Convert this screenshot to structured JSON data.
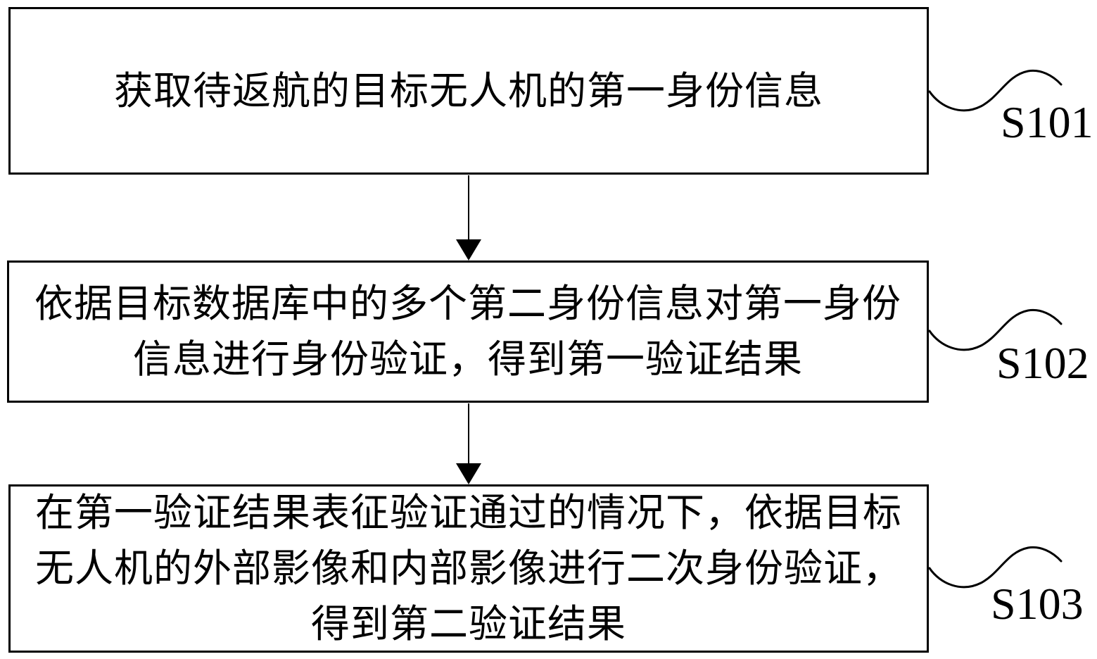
{
  "figure": {
    "type": "flowchart",
    "background_color": "#ffffff",
    "stroke_color": "#000000",
    "text_color": "#000000",
    "steps": [
      {
        "label": "S101",
        "lines": [
          "获取待返航的目标无人机的第一身份信息"
        ]
      },
      {
        "label": "S102",
        "lines": [
          "依据目标数据库中的多个第二身份信息对第一身份",
          "信息进行身份验证，得到第一验证结果"
        ]
      },
      {
        "label": "S103",
        "lines": [
          "在第一验证结果表征验证通过的情况下，依据目标",
          "无人机的外部影像和内部影像进行二次身份验证，",
          "得到第二验证结果"
        ]
      }
    ]
  }
}
